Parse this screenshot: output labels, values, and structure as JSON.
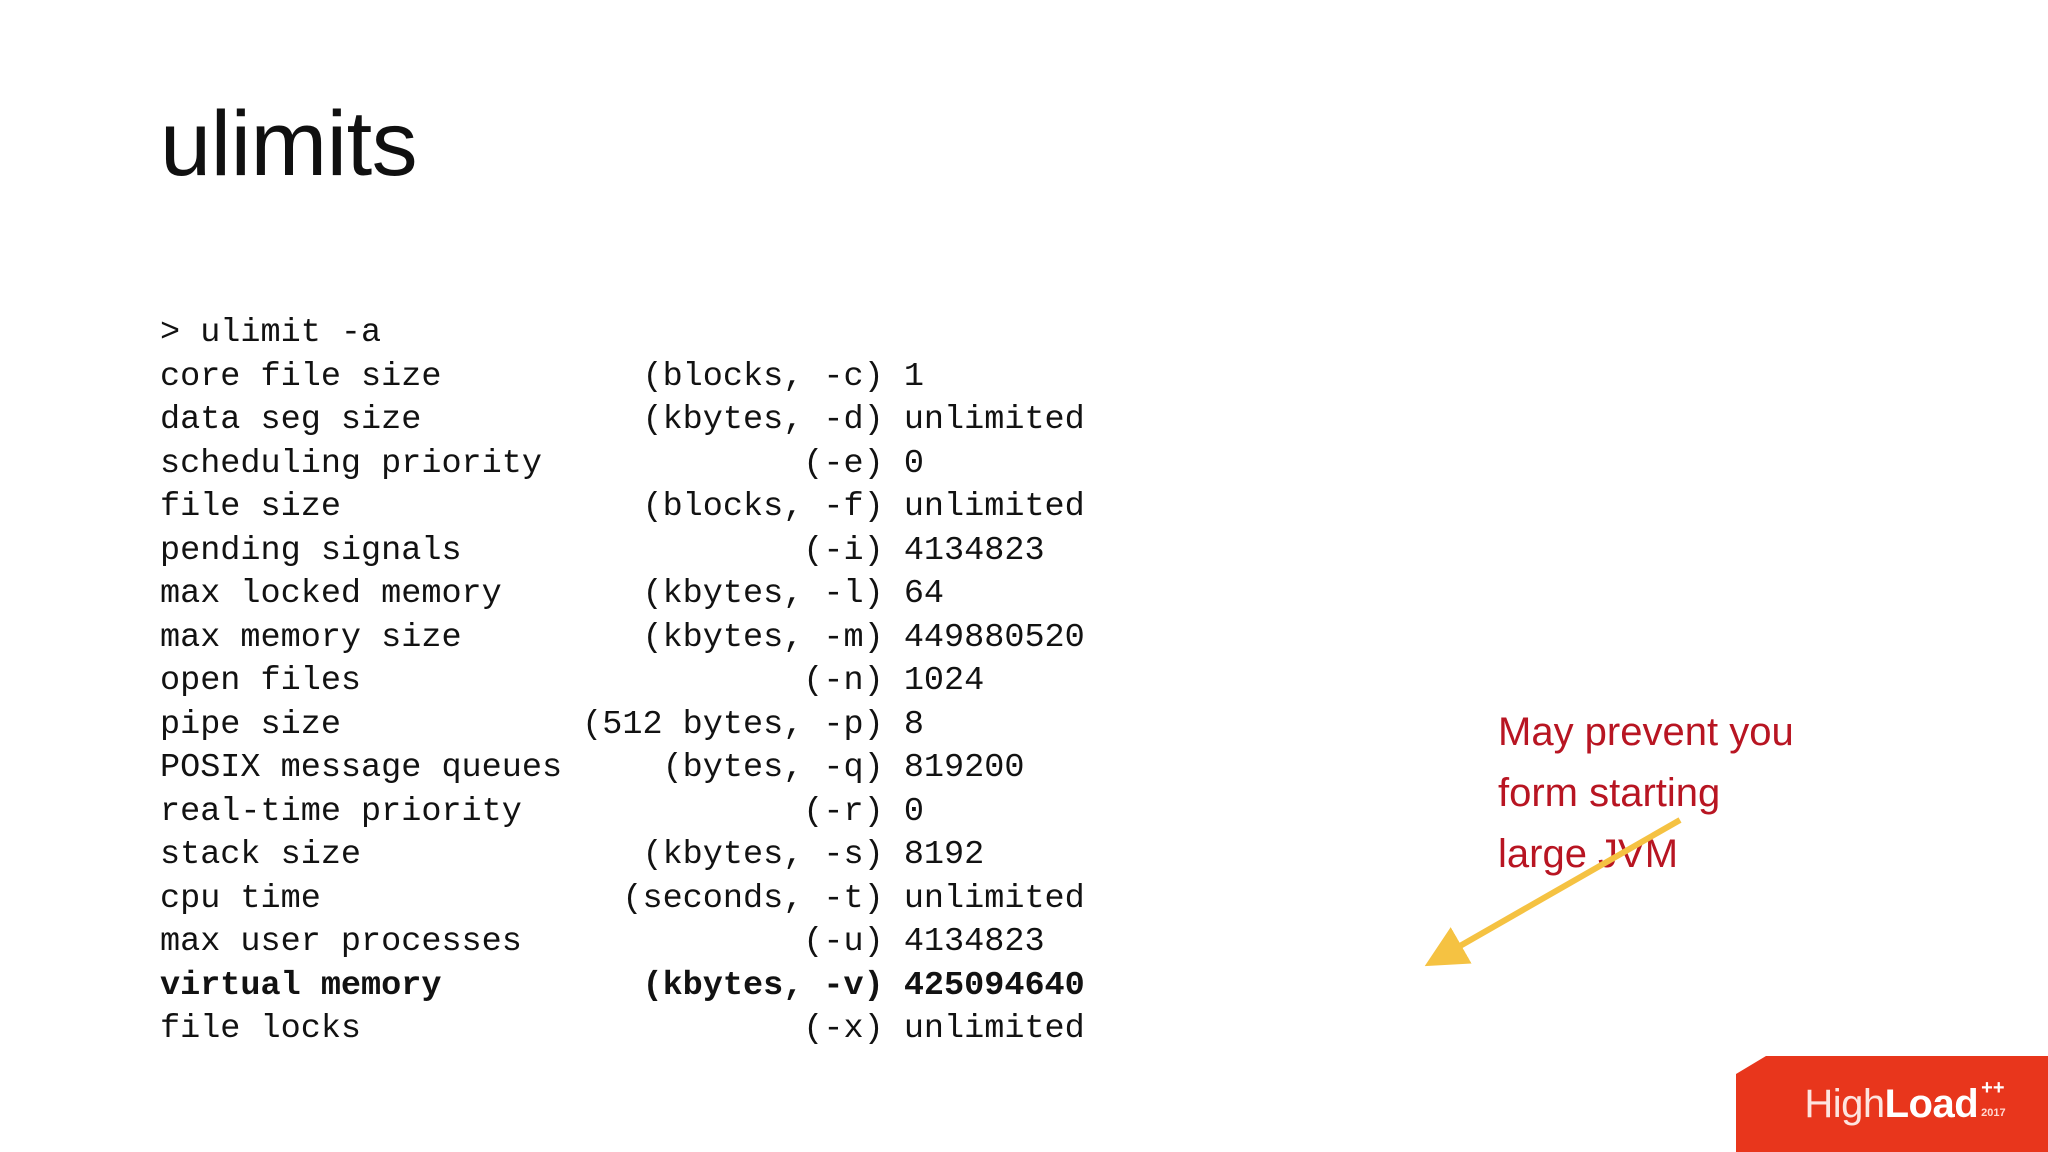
{
  "slide": {
    "title": "ulimits",
    "background_color": "#ffffff"
  },
  "terminal": {
    "prompt_line": "> ulimit -a",
    "lines": [
      "> ulimit -a",
      "core file size          (blocks, -c) 1",
      "data seg size           (kbytes, -d) unlimited",
      "scheduling priority             (-e) 0",
      "file size               (blocks, -f) unlimited",
      "pending signals                 (-i) 4134823",
      "max locked memory       (kbytes, -l) 64",
      "max memory size         (kbytes, -m) 449880520",
      "open files                      (-n) 1024",
      "pipe size            (512 bytes, -p) 8",
      "POSIX message queues     (bytes, -q) 819200",
      "real-time priority              (-r) 0",
      "stack size              (kbytes, -s) 8192",
      "cpu time               (seconds, -t) unlimited",
      "max user processes              (-u) 4134823",
      "virtual memory          (kbytes, -v) 425094640",
      "file locks                      (-x) unlimited"
    ],
    "emphasis_line_index": 15,
    "entries": [
      {
        "name": "core file size",
        "units": "blocks",
        "flag": "-c",
        "value": "1"
      },
      {
        "name": "data seg size",
        "units": "kbytes",
        "flag": "-d",
        "value": "unlimited"
      },
      {
        "name": "scheduling priority",
        "units": "",
        "flag": "-e",
        "value": "0"
      },
      {
        "name": "file size",
        "units": "blocks",
        "flag": "-f",
        "value": "unlimited"
      },
      {
        "name": "pending signals",
        "units": "",
        "flag": "-i",
        "value": "4134823"
      },
      {
        "name": "max locked memory",
        "units": "kbytes",
        "flag": "-l",
        "value": "64"
      },
      {
        "name": "max memory size",
        "units": "kbytes",
        "flag": "-m",
        "value": "449880520"
      },
      {
        "name": "open files",
        "units": "",
        "flag": "-n",
        "value": "1024"
      },
      {
        "name": "pipe size",
        "units": "512 bytes",
        "flag": "-p",
        "value": "8"
      },
      {
        "name": "POSIX message queues",
        "units": "bytes",
        "flag": "-q",
        "value": "819200"
      },
      {
        "name": "real-time priority",
        "units": "",
        "flag": "-r",
        "value": "0"
      },
      {
        "name": "stack size",
        "units": "kbytes",
        "flag": "-s",
        "value": "8192"
      },
      {
        "name": "cpu time",
        "units": "seconds",
        "flag": "-t",
        "value": "unlimited"
      },
      {
        "name": "max user processes",
        "units": "",
        "flag": "-u",
        "value": "4134823"
      },
      {
        "name": "virtual memory",
        "units": "kbytes",
        "flag": "-v",
        "value": "425094640"
      },
      {
        "name": "file locks",
        "units": "",
        "flag": "-x",
        "value": "unlimited"
      }
    ]
  },
  "annotation": {
    "text": "May prevent you\nform starting\nlarge JVM",
    "color": "#b81522",
    "arrow_color": "#f5c242"
  },
  "logo": {
    "word_light": "High",
    "word_bold": "Load",
    "superscript": "++",
    "year": "2017",
    "background_color": "#e8361c"
  }
}
